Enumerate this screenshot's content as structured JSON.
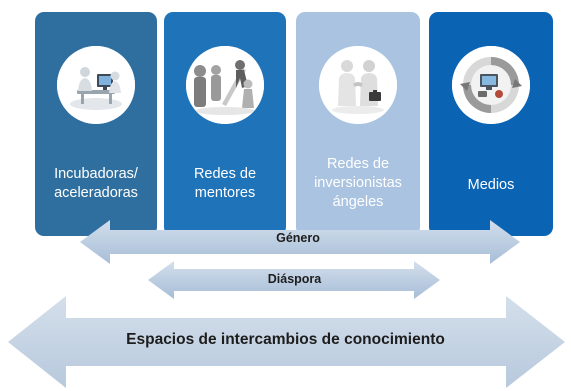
{
  "cards": [
    {
      "label": "Incubadoras/\naceleradoras",
      "icon": "people-at-computer-icon",
      "color": "#2f6f9f"
    },
    {
      "label": "Redes de\nmentores",
      "icon": "mentors-climbing-icon",
      "color": "#1f73b8"
    },
    {
      "label": "Redes de\ninversionistas\nángeles",
      "icon": "investors-handshake-icon",
      "color": "#a9c3e0"
    },
    {
      "label": "Medios",
      "icon": "media-cycle-icon",
      "color": "#0b63b4"
    }
  ],
  "arrows": {
    "genero": "Género",
    "diaspora": "Diáspora",
    "espacios": "Espacios de intercambios de conocimiento"
  },
  "colors": {
    "arrow_fill_top": "#c9d7e8",
    "arrow_fill_bottom": "#9fb6d2",
    "wide_arrow_fill": "#c5d3e4"
  }
}
